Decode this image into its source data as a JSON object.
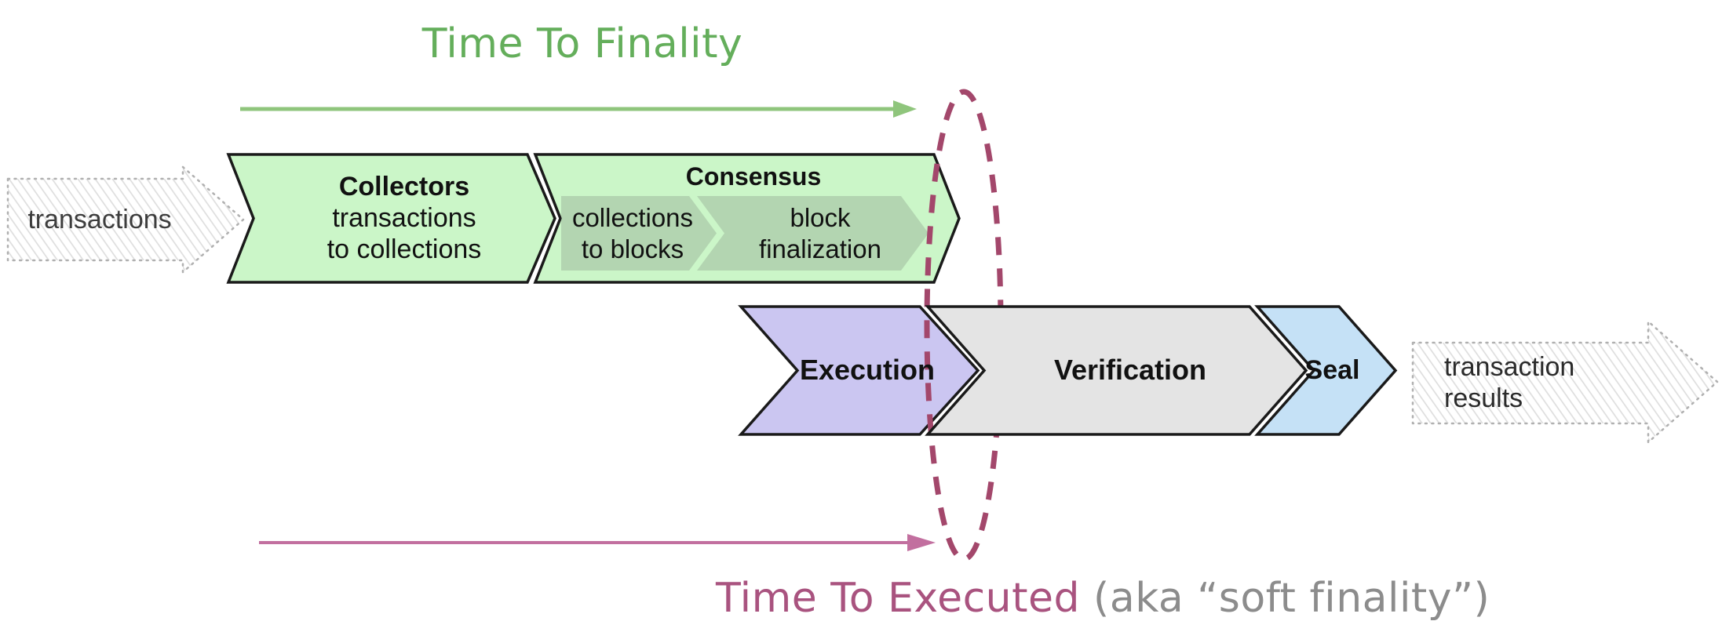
{
  "titles": {
    "finality": "Time To Finality",
    "executed": "Time To Executed",
    "executed_suffix": "(aka “soft finality”)"
  },
  "flow": {
    "input_arrow": {
      "label": "transactions"
    },
    "output_arrow": {
      "label_line1": "transaction",
      "label_line2": "results"
    },
    "stages": [
      {
        "id": "collectors",
        "title": "Collectors",
        "subtitle_line1": "transactions",
        "subtitle_line2": "to collections"
      },
      {
        "id": "consensus",
        "title": "Consensus",
        "substages": [
          {
            "line1": "collections",
            "line2": "to blocks"
          },
          {
            "line1": "block",
            "line2": "finalization"
          }
        ]
      },
      {
        "id": "execution",
        "title": "Execution"
      },
      {
        "id": "verification",
        "title": "Verification"
      },
      {
        "id": "seal",
        "title": "Seal"
      }
    ]
  },
  "colors": {
    "title_green": "#64AE5B",
    "arrow_green": "#8FC57C",
    "stage_green": "#CBF6C8",
    "substage_overlay": "rgba(125,135,125,0.30)",
    "stage_lavender": "#CBC6F1",
    "stage_gray": "#E4E4E4",
    "stage_blue": "#C5E1F6",
    "outline_black": "#1a1a1a",
    "ellipse_maroon": "#A3476B",
    "arrow_pink": "#C26F9F",
    "title_magenta": "#A9537F",
    "hand_arrow_border": "#b0b0b0",
    "hand_arrow_hatch": "#dcdcdc"
  }
}
